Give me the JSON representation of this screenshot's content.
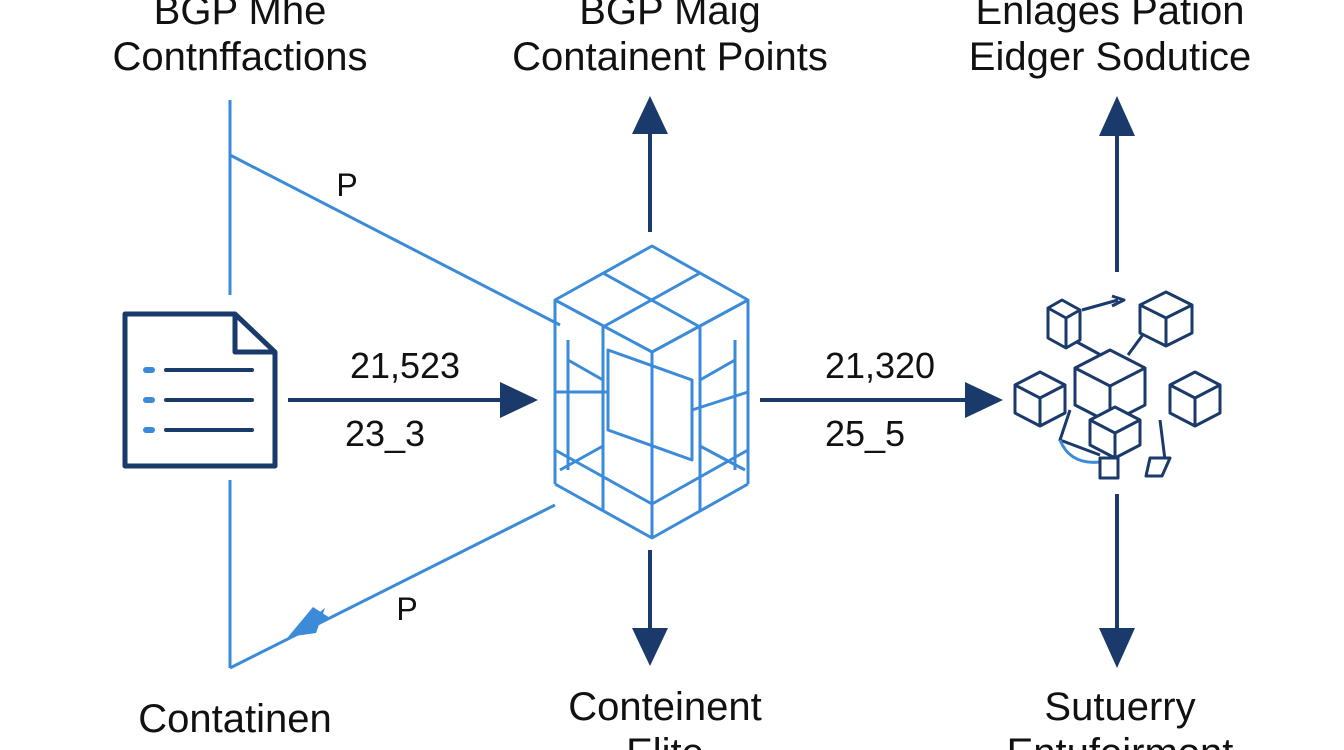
{
  "labels": {
    "top_left": [
      "BGP Mhe",
      "Contnffactions"
    ],
    "top_mid": [
      "BGP Maig",
      "Containent Points"
    ],
    "top_right": [
      "Enlages Pation",
      "Eidger Sodutice"
    ],
    "bottom_left": [
      "Contatinen",
      ""
    ],
    "bottom_mid": [
      "Conteinent",
      "Elite"
    ],
    "bottom_right": [
      "Sutuerry",
      "Entufeirmont"
    ]
  },
  "edges": {
    "upper_p": "P",
    "lower_p": "P",
    "left_top": "21,523",
    "left_bottom": "23_3",
    "right_top": "21,320",
    "right_bottom": "25_5"
  },
  "colors": {
    "dark_blue": "#1a3a6b",
    "light_blue": "#3b8bd9"
  },
  "icons": [
    "document-icon",
    "cube-stack-icon",
    "network-cubes-icon"
  ]
}
